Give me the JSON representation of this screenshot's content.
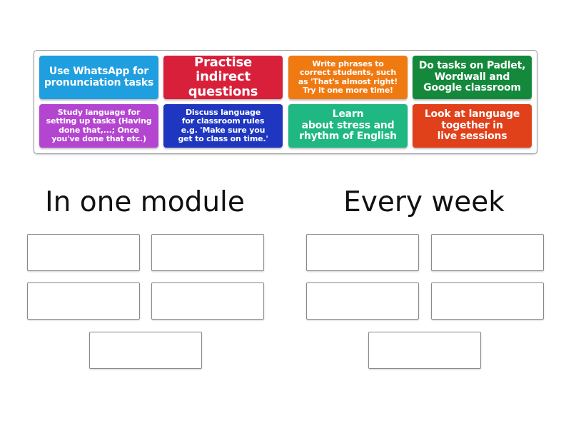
{
  "tiles": [
    {
      "text": "Use WhatsApp for\npronunciation tasks",
      "color": "#1f9fe0"
    },
    {
      "text": "Practise indirect\nquestions",
      "color": "#d8203a"
    },
    {
      "text": "Write phrases to\ncorrect students, such\nas 'That's almost right!\nTry it one more time!",
      "color": "#f07a12"
    },
    {
      "text": "Do tasks on Padlet,\nWordwall and\nGoogle classroom",
      "color": "#14893c"
    },
    {
      "text": "Study language for\nsetting up tasks (Having\ndone that,...; Once\nyou've done that etc.)",
      "color": "#b445d0"
    },
    {
      "text": "Discuss language\nfor classroom rules\ne.g. 'Make sure you\nget to class on time.'",
      "color": "#1f36c0"
    },
    {
      "text": "Learn\nabout stress and\nrhythm of English",
      "color": "#1fb882"
    },
    {
      "text": "Look at language\ntogether in\nlive sessions",
      "color": "#e0401a"
    }
  ],
  "groups": [
    {
      "title": "In one module",
      "slots": 5
    },
    {
      "title": "Every week",
      "slots": 5
    }
  ]
}
